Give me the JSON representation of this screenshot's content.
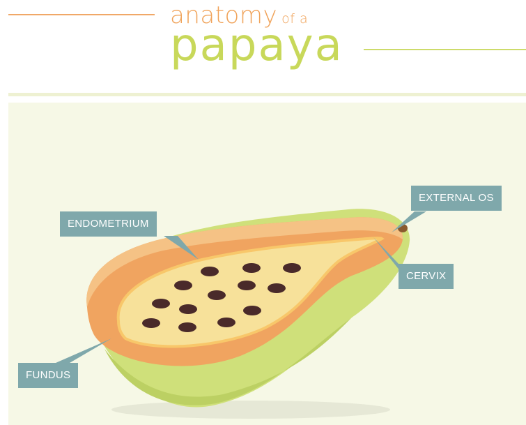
{
  "title": {
    "line1": "anatomy",
    "line1_small": "of a",
    "line2": "papaya"
  },
  "labels": {
    "endometrium": "ENDOMETRIUM",
    "external_os": "EXTERNAL OS",
    "cervix": "CERVIX",
    "fundus": "FUNDUS"
  },
  "colors": {
    "title_orange": "#f0a35a",
    "title_green": "#c8d85a",
    "label_bg": "#7fa8ab",
    "skin": "#cfe07a",
    "flesh": "#f0a460",
    "cavity": "#f7e19a",
    "seed": "#4a2a2a"
  }
}
